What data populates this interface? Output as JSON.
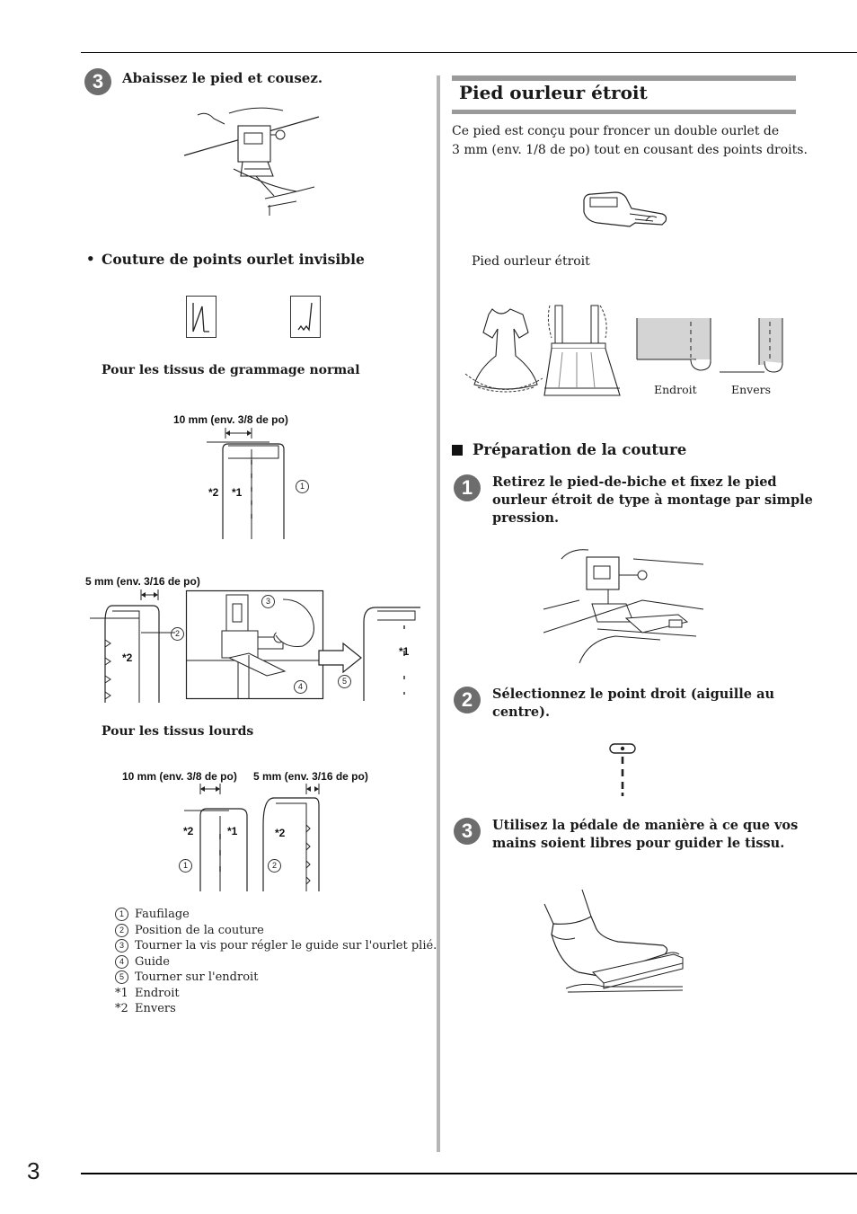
{
  "page": {
    "number": "3"
  },
  "left": {
    "step3_label": "Abaissez le pied et cousez.",
    "step3_num": "3",
    "bullet_heading": "Couture de points ourlet invisible",
    "bullet_char": "•",
    "normal_heading": "Pour les tissus de grammage normal",
    "dim_10mm": "10 mm (env. 3/8 de po)",
    "dim_5mm": "5 mm (env. 3/16 de po)",
    "heavy_heading": "Pour les tissus lourds",
    "dim_10mm_b": "10 mm (env. 3/8 de po)",
    "dim_5mm_b": "5 mm (env. 3/16 de po)",
    "mark_1": "*1",
    "mark_2": "*2",
    "circ_1": "1",
    "circ_2": "2",
    "circ_3": "3",
    "circ_4": "4",
    "circ_5": "5",
    "legend": [
      {
        "mark": "1",
        "text": "Faufilage"
      },
      {
        "mark": "2",
        "text": "Position de la couture"
      },
      {
        "mark": "3",
        "text": "Tourner la vis pour régler le guide sur l'ourlet plié."
      },
      {
        "mark": "4",
        "text": "Guide"
      },
      {
        "mark": "5",
        "text": "Tourner sur l'endroit"
      },
      {
        "mark": "*1",
        "text": "Endroit"
      },
      {
        "mark": "*2",
        "text": "Envers"
      }
    ]
  },
  "right": {
    "section_title": "Pied ourleur étroit",
    "intro_line1": "Ce pied est conçu pour froncer un double ourlet de",
    "intro_line2": "3 mm (env. 1/8 de po) tout en cousant des points droits.",
    "foot_caption": "Pied ourleur étroit",
    "endroit": "Endroit",
    "envers": "Envers",
    "prep_heading": "Préparation de la couture",
    "steps": [
      {
        "num": "1",
        "line1": "Retirez le pied-de-biche et fixez le pied",
        "line2": "ourleur étroit de type à montage par simple",
        "line3": "pression."
      },
      {
        "num": "2",
        "line1": "Sélectionnez le point droit (aiguille au",
        "line2": "centre)."
      },
      {
        "num": "3",
        "line1": "Utilisez la pédale de manière à ce que vos",
        "line2": "mains soient libres pour guider le tissu."
      }
    ]
  }
}
